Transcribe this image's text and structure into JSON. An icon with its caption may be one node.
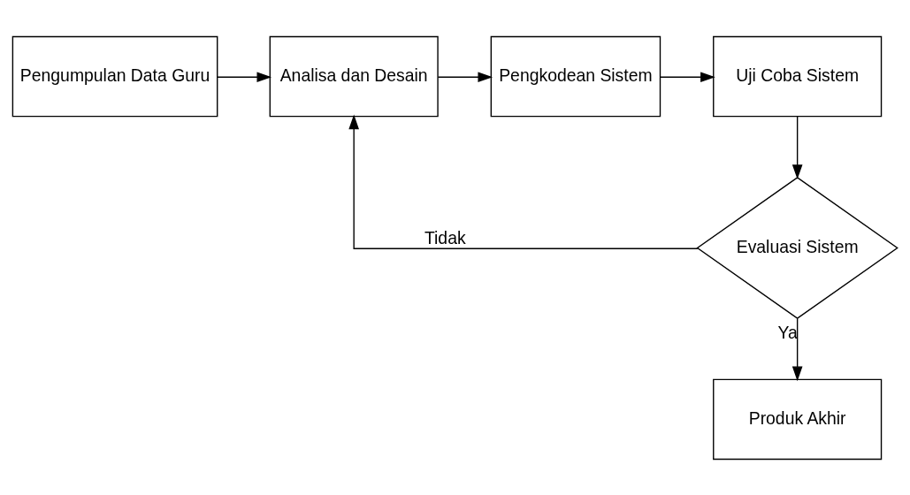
{
  "diagram": {
    "nodes": [
      {
        "text": [
          "Pengumpulan Data Guru"
        ]
      },
      {
        "text": [
          "Analisa dan Desain"
        ]
      },
      {
        "text": [
          "Pengkodean Sistem"
        ]
      },
      {
        "text": [
          "Uji Coba Sistem"
        ]
      },
      {
        "text": [
          "Evaluasi Sistem"
        ]
      },
      {
        "text": [
          "Produk Akhir"
        ]
      }
    ],
    "edges": [
      {
        "from": 0,
        "to": 1,
        "arrow": "to"
      },
      {
        "from": 1,
        "to": 2,
        "arrow": "to"
      },
      {
        "from": 2,
        "to": 3,
        "arrow": "to"
      },
      {
        "from": 3,
        "to": 4,
        "arrow": "to"
      },
      {
        "from": 4,
        "to": 1,
        "arrow": "to",
        "label": "Tidak"
      },
      {
        "from": 4,
        "to": 5,
        "arrow": "to",
        "label": "Ya"
      }
    ]
  }
}
